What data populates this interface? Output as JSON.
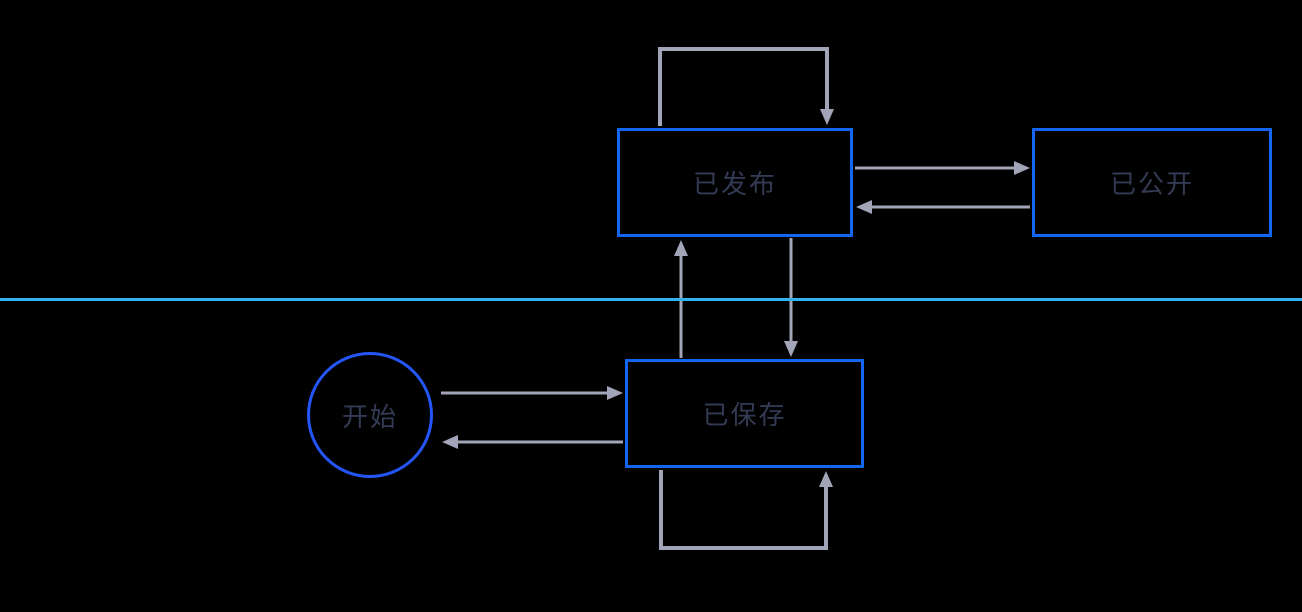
{
  "diagram": {
    "type": "state-transition-diagram",
    "background_color": "#000000",
    "colors": {
      "rect_border": "#1266f2",
      "circle_border": "#2355f7",
      "divider_line": "#33b3ea",
      "arrow": "#a2a4b8",
      "node_text": "#333a54"
    },
    "divider": {
      "orientation": "horizontal",
      "full_width": true
    },
    "nodes": [
      {
        "id": "start",
        "shape": "circle",
        "label": "开始"
      },
      {
        "id": "published",
        "shape": "rect",
        "label": "已发布"
      },
      {
        "id": "public",
        "shape": "rect",
        "label": "已公开"
      },
      {
        "id": "saved",
        "shape": "rect",
        "label": "已保存"
      }
    ],
    "edges": [
      {
        "from": "published",
        "to": "published",
        "kind": "self-loop-top"
      },
      {
        "from": "published",
        "to": "public",
        "kind": "straight"
      },
      {
        "from": "public",
        "to": "published",
        "kind": "straight"
      },
      {
        "from": "saved",
        "to": "published",
        "kind": "straight"
      },
      {
        "from": "published",
        "to": "saved",
        "kind": "straight"
      },
      {
        "from": "start",
        "to": "saved",
        "kind": "straight"
      },
      {
        "from": "saved",
        "to": "start",
        "kind": "straight"
      },
      {
        "from": "saved",
        "to": "saved",
        "kind": "self-loop-bottom"
      }
    ]
  }
}
